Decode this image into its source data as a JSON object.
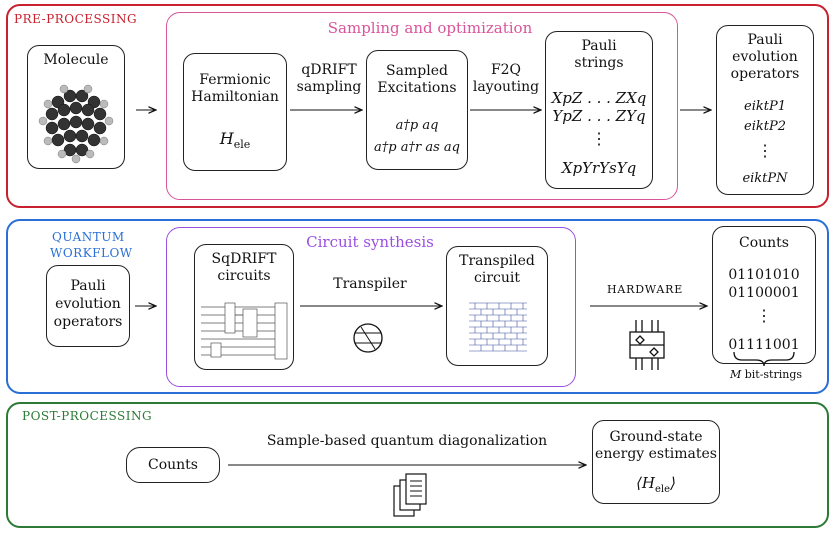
{
  "pre": {
    "tag": "PRE-PROCESSING",
    "group": "Sampling and optimization",
    "molecule": "Molecule",
    "fermionic": [
      "Fermionic",
      "Hamiltonian"
    ],
    "hele": "H",
    "hele_sub": "ele",
    "qdrift": [
      "qDRIFT",
      "sampling"
    ],
    "sampled": [
      "Sampled",
      "Excitations"
    ],
    "exc1": "a†p aq",
    "exc2": "a†p a†r as aq",
    "f2q": [
      "F2Q",
      "layouting"
    ],
    "pauli_strings": [
      "Pauli",
      "strings"
    ],
    "ps1": "XpZ . . . ZXq",
    "ps2": "YpZ . . . ZYq",
    "ps_dots": "⋮",
    "ps3": "XpYrYsYq",
    "evo": [
      "Pauli",
      "evolution",
      "operators"
    ],
    "ev1": "eiktP1",
    "ev2": "eiktP2",
    "ev_dots": "⋮",
    "ev3": "eiktPN"
  },
  "quantum": {
    "tag1": "QUANTUM",
    "tag2": "WORKFLOW",
    "group": "Circuit synthesis",
    "pauli_evo": [
      "Pauli",
      "evolution",
      "operators"
    ],
    "sqdrift": [
      "SqDRIFT",
      "circuits"
    ],
    "transpiler": "Transpiler",
    "transpiled": [
      "Transpiled",
      "circuit"
    ],
    "hardware": "HARDWARE",
    "counts_title": "Counts",
    "bits": [
      "01101010",
      "01100001",
      "⋮",
      "01111001"
    ],
    "m_label": "M",
    "bitstrings": "bit-strings"
  },
  "post": {
    "tag": "POST-PROCESSING",
    "counts": "Counts",
    "sqd": "Sample-based quantum diagonalization",
    "ground": [
      "Ground-state",
      "energy estimates"
    ],
    "expect": "⟨H",
    "expect_sub": "ele",
    "expect_end": "⟩"
  },
  "colors": {
    "red": "#c8202e",
    "pink": "#d9559a",
    "blue": "#2a6fd6",
    "purple": "#9b4fe0",
    "green": "#2c7a35"
  }
}
